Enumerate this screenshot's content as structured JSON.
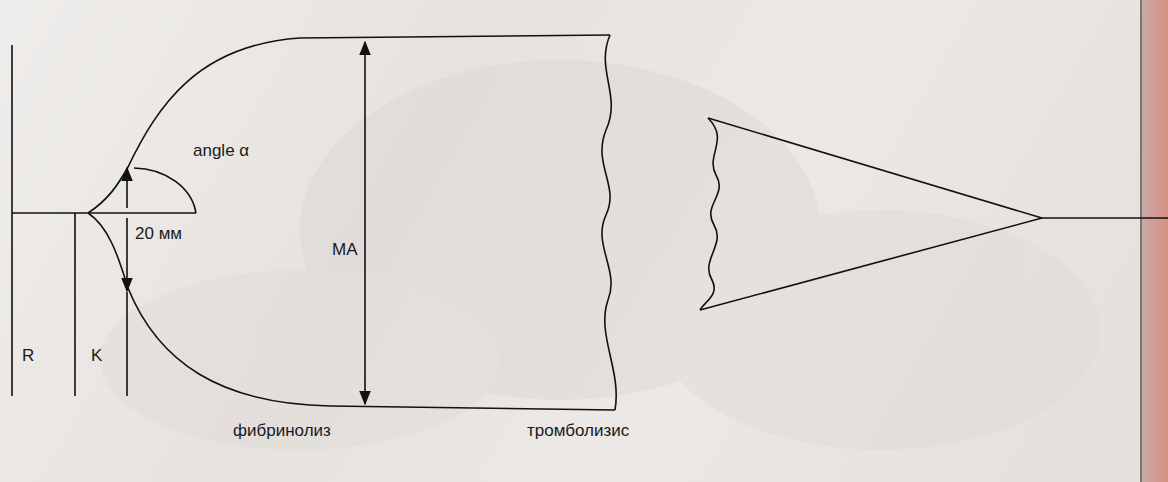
{
  "diagram": {
    "labels": [
      "angle α",
      "20 мм",
      "MA",
      "R",
      "K",
      "фибринолиз",
      "тромболизис"
    ]
  }
}
